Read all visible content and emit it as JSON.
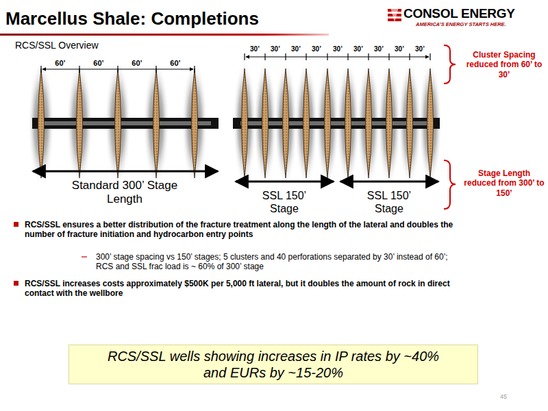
{
  "diagram": {
    "title": "Marcellus Shale: Completions",
    "nodes": [
      {
        "text": [
          "RCS/SSL wells showing increases in IP rates by ~40% and EURs by ~15-20%"
        ]
      }
    ],
    "labels": [
      "RCS/SSL Overview",
      "CONSOL ENERGY",
      "AMERICA’S ENERGY STARTS HERE.",
      "60’",
      "60’",
      "60’",
      "60’",
      "Standard 300’ Stage Length",
      "30’",
      "30’",
      "30’",
      "30’",
      "30’",
      "30’",
      "30’",
      "30’",
      "30’",
      "SSL 150’ Stage",
      "SSL 150’ Stage",
      "Cluster Spacing reduced from 60’ to 30’",
      "Stage Length reduced from 300’ to 150’",
      "RCS/SSL ensures a better distribution of the fracture treatment along the length of the lateral and doubles the number of fracture initiation and hydrocarbon entry points",
      "300’ stage spacing vs 150’ stages; 5 clusters and 40 perforations separated by 30’ instead of 60’; RCS and SSL frac load is ~ 60% of 300’ stage",
      "RCS/SSL increases costs approximately $500K per 5,000 ft lateral, but it doubles the amount of rock in direct contact with the wellbore",
      "45"
    ]
  }
}
